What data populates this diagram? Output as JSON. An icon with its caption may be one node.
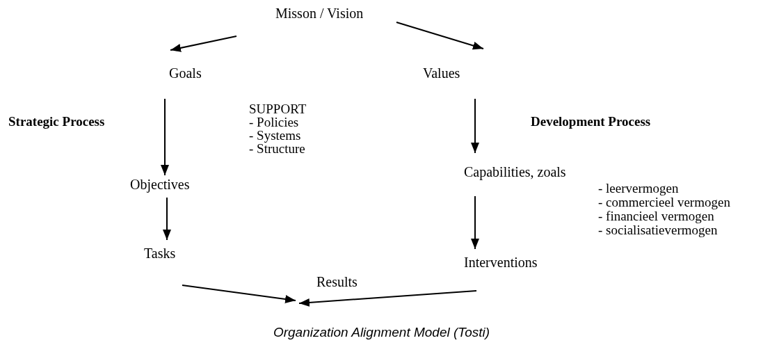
{
  "diagram": {
    "caption": "Organization Alignment Model (Tosti)",
    "nodes": [
      {
        "text": [
          "Misson / Vision"
        ]
      },
      {
        "text": [
          "Goals"
        ]
      },
      {
        "text": [
          "Values"
        ]
      },
      {
        "text": [
          "Objectives"
        ]
      },
      {
        "text": [
          "Capabilities, zoals"
        ]
      },
      {
        "text": [
          "Tasks"
        ]
      },
      {
        "text": [
          "Interventions"
        ]
      },
      {
        "text": [
          "Results"
        ]
      }
    ],
    "edges": [
      {
        "from": 0,
        "to": 1,
        "arrow": "to"
      },
      {
        "from": 0,
        "to": 2,
        "arrow": "to"
      },
      {
        "from": 1,
        "to": 3,
        "arrow": "to"
      },
      {
        "from": 2,
        "to": 4,
        "arrow": "to"
      },
      {
        "from": 3,
        "to": 5,
        "arrow": "to"
      },
      {
        "from": 4,
        "to": 6,
        "arrow": "to"
      },
      {
        "from": 5,
        "to": 7,
        "arrow": "to"
      },
      {
        "from": 6,
        "to": 7,
        "arrow": "to"
      }
    ],
    "labels": [
      "SUPPORT",
      "- Policies",
      "Strategic Process",
      "Development Process",
      "- Systems",
      "- Structure",
      "- leervermogen",
      "- commercieel vermogen",
      "- financieel vermogen",
      "- socialisatievermogen"
    ]
  }
}
